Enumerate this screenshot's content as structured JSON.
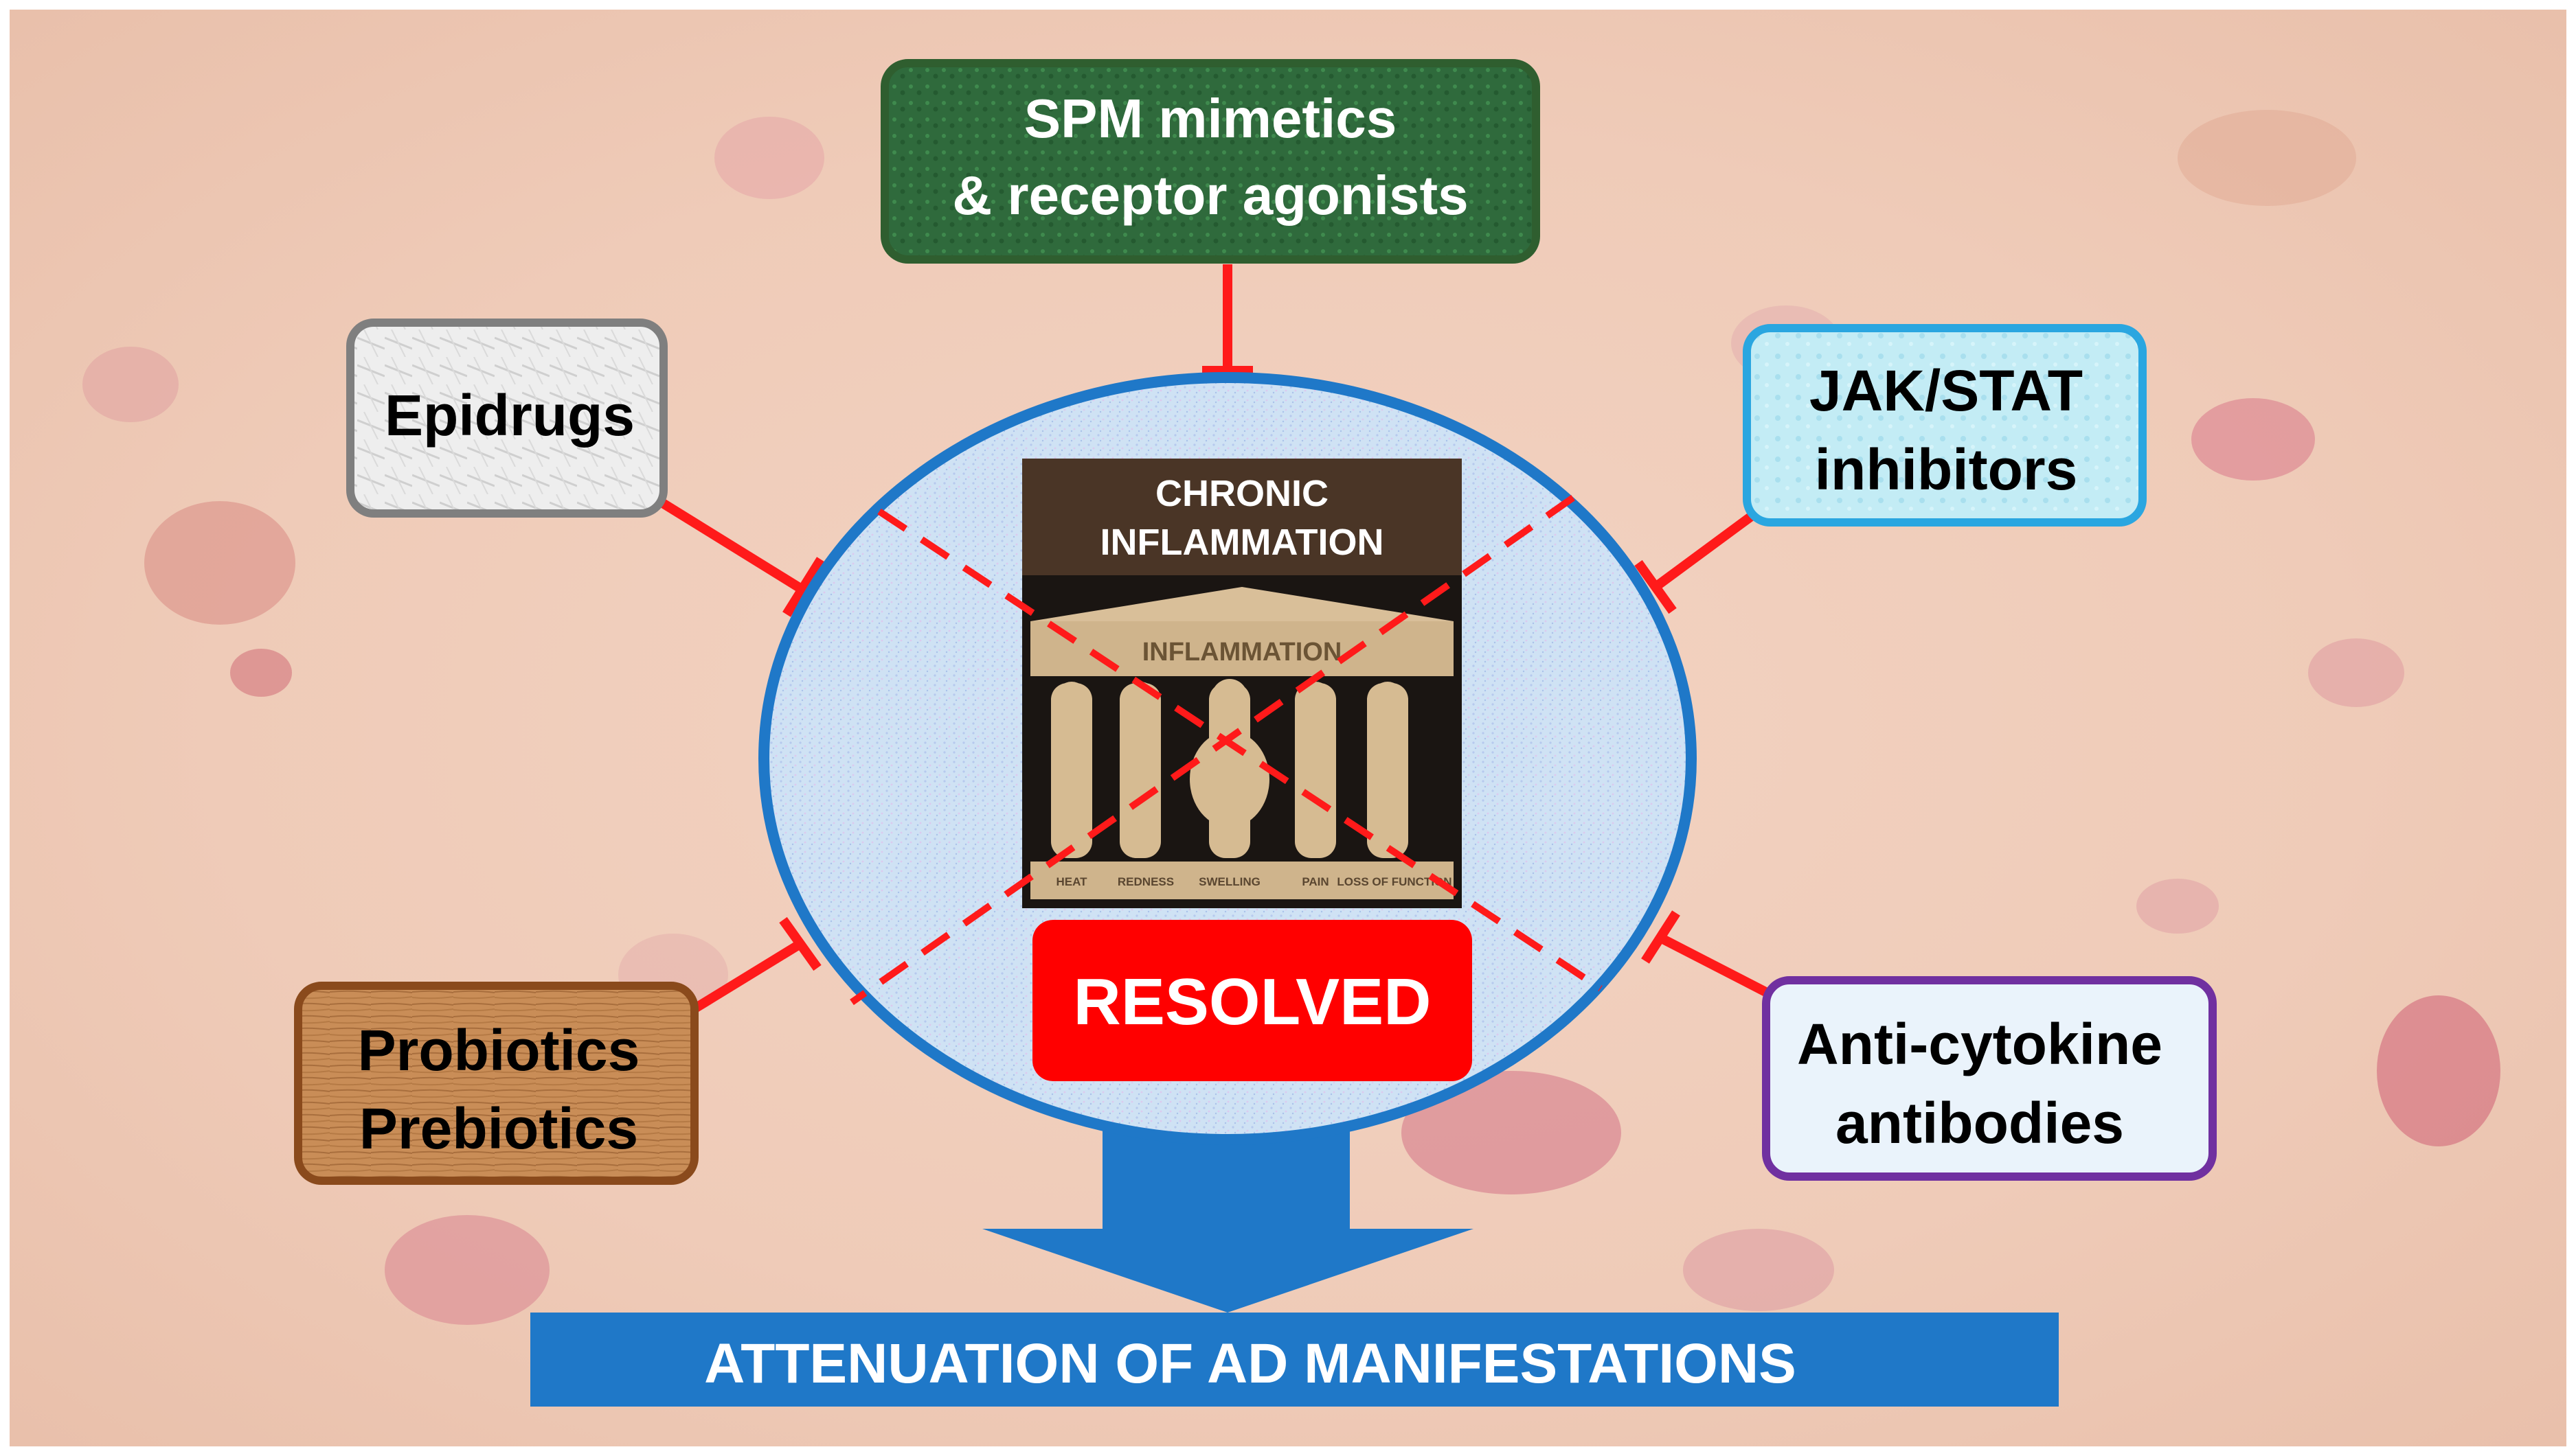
{
  "diagram": {
    "center": {
      "image_title_line1": "CHRONIC",
      "image_title_line2": "INFLAMMATION",
      "frieze_text": "INFLAMMATION",
      "pillar_labels": [
        "HEAT",
        "REDNESS",
        "SWELLING",
        "PAIN",
        "LOSS OF FUNCTION"
      ],
      "resolved_label": "RESOLVED"
    },
    "boxes": [
      {
        "id": "spm",
        "lines": [
          "SPM mimetics",
          "& receptor agonists"
        ],
        "border": "#2f5e2f",
        "fill": "#2e6b3a",
        "text_color": "#ffffff"
      },
      {
        "id": "epidrugs",
        "lines": [
          "Epidrugs"
        ],
        "border": "#7f7f7f",
        "fill": "#e8e8e8",
        "text_color": "#000000"
      },
      {
        "id": "jakstat",
        "lines": [
          "JAK/STAT",
          "inhibitors"
        ],
        "border": "#2aa6e0",
        "fill": "#bfe9f3",
        "text_color": "#000000"
      },
      {
        "id": "probiotics",
        "lines": [
          "Probiotics",
          "Prebiotics"
        ],
        "border": "#8a4a1c",
        "fill": "#c8935c",
        "text_color": "#000000"
      },
      {
        "id": "anticytokine",
        "lines": [
          "Anti-cytokine",
          "antibodies"
        ],
        "border": "#7030a0",
        "fill": "#eaf3fb",
        "text_color": "#000000"
      }
    ],
    "outcome": "ATTENUATION OF AD MANIFESTATIONS",
    "colors": {
      "inhibitor_line": "#ff1a1a",
      "ellipse_border": "#1f78c8",
      "arrow": "#1f78c8",
      "resolved_bg": "#ff0000"
    }
  }
}
